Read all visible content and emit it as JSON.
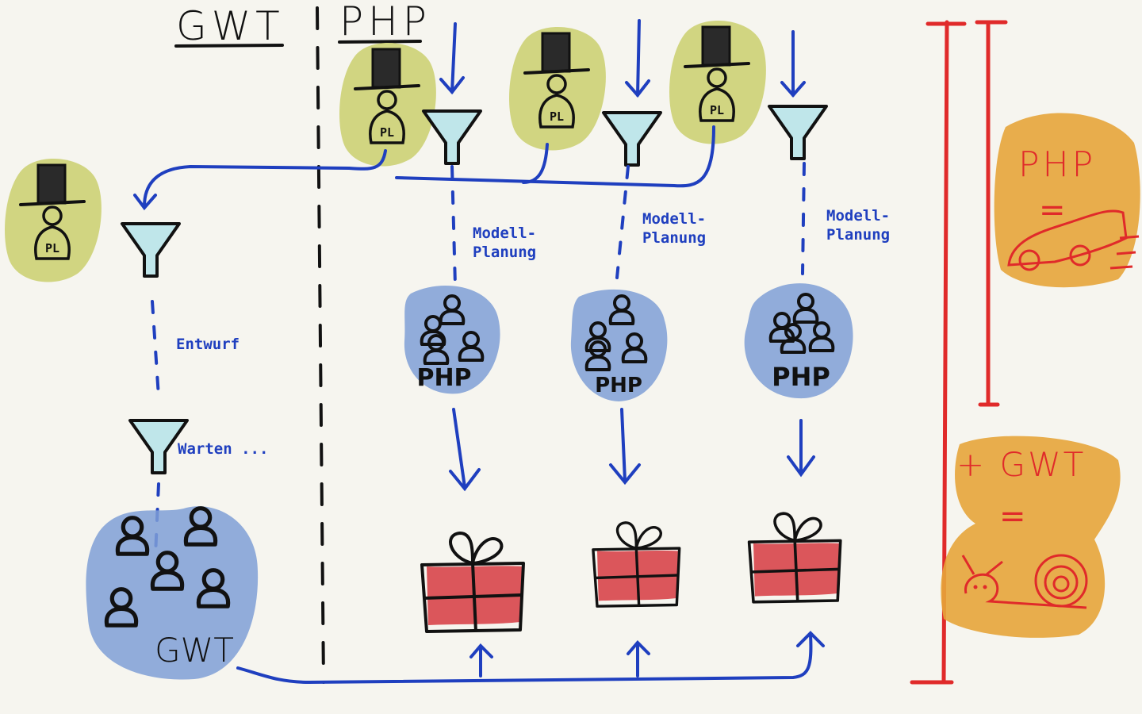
{
  "header": {
    "left_title": "GWT",
    "right_title": "PHP"
  },
  "roles": {
    "lead_label": "PL"
  },
  "gwt_track": {
    "step1_label": "Entwurf",
    "step2_label": "Warten ...",
    "team_label": "GWT"
  },
  "php_tracks": [
    {
      "step_label_1": "Modell-",
      "step_label_2": "Planung",
      "team_label": "PHP"
    },
    {
      "step_label_1": "Modell-",
      "step_label_2": "Planung",
      "team_label": "PHP"
    },
    {
      "step_label_1": "Modell-",
      "step_label_2": "Planung",
      "team_label": "PHP"
    }
  ],
  "comparison": {
    "top_label": "PHP",
    "top_eq": "=",
    "bottom_label": "+ GWT",
    "bottom_eq": "="
  },
  "colors": {
    "ink": "#111111",
    "flow_blue": "#1f3fbf",
    "lead_highlight": "#cfd37a",
    "team_blob": "#7f9fd6",
    "funnel": "#bfe6ea",
    "gift": "#d8454a",
    "comparison_red": "#e02a2a",
    "comparison_bg": "#e7a53a"
  }
}
